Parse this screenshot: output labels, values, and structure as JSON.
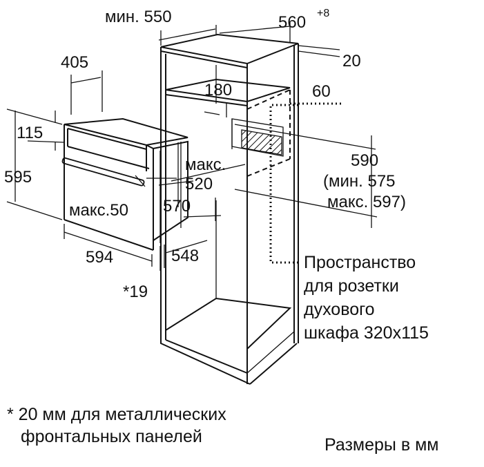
{
  "dimensions": {
    "cabinet_min_depth": "мин. 550",
    "cabinet_width": "560",
    "cabinet_width_tolerance": "+8",
    "top_gap": "20",
    "oven_depth_top": "405",
    "vent_depth": "180",
    "vent_offset": "60",
    "oven_panel_height": "115",
    "oven_height": "595",
    "max_label": "макс.",
    "max_depth": "520",
    "max_overhang": "макс.50",
    "oven_body_height": "570",
    "niche_height": "590",
    "niche_min": "(мин. 575",
    "niche_max": "макс. 597)",
    "oven_width": "594",
    "oven_body_width": "548",
    "footnote_marker": "*19"
  },
  "socket_space": {
    "line1": "Пространство",
    "line2": "для розетки",
    "line3": "духового",
    "line4": "шкафа 320x115"
  },
  "footnote": {
    "line1": "* 20 мм для металлических",
    "line2": "фронтальных панелей"
  },
  "units_note": "Размеры в мм"
}
